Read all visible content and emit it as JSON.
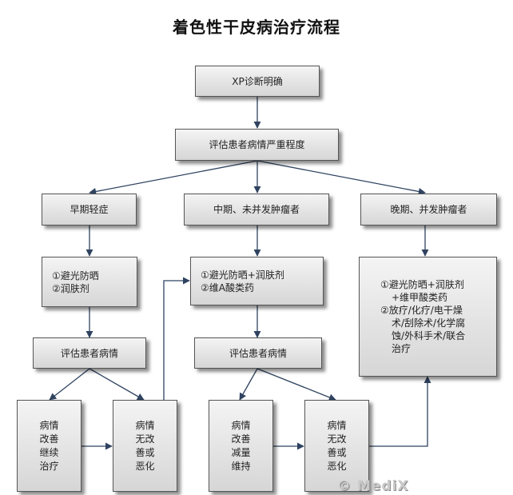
{
  "title": "着色性干皮病治疗流程",
  "nodes": {
    "diagnosis": "XP诊断明确",
    "assess_severity": "评估患者病情严重程度",
    "early_mild": "早期轻症",
    "mid_stage": "中期、未并发肿瘤者",
    "late_stage": "晚期、并发肿瘤者",
    "early_treatment": [
      "①避光防晒",
      "②润肤剂"
    ],
    "mid_treatment": [
      "①避光防晒+润肤剂",
      "②维A酸类药"
    ],
    "late_treatment": [
      "①避光防晒+润肤剂",
      "+维甲酸类药",
      "②放疗/化疗/电干燥",
      "术/刮除术/化学腐",
      "蚀/外科手术/联合",
      "治疗"
    ],
    "assess_early": "评估患者病情",
    "assess_mid": "评估患者病情",
    "early_improved": [
      "病情",
      "改善",
      "继续",
      "治疗"
    ],
    "early_no_change": [
      "病情",
      "无改",
      "善或",
      "恶化"
    ],
    "mid_improved": [
      "病情",
      "改善",
      "减量",
      "维持"
    ],
    "mid_no_change": [
      "病情",
      "无改",
      "善或",
      "恶化"
    ]
  },
  "watermark": "© MediX"
}
